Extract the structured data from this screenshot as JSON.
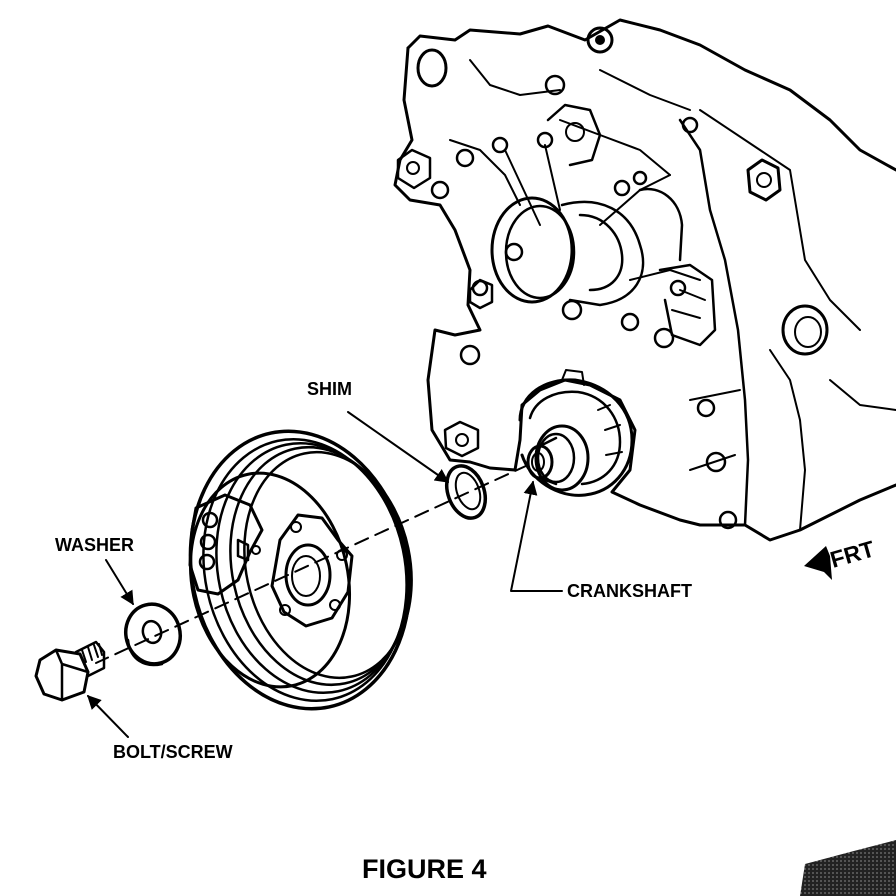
{
  "labels": {
    "shim": "SHIM",
    "washer": "WASHER",
    "crankshaft": "CRANKSHAFT",
    "bolt_screw": "BOLT/SCREW",
    "front": "FRT"
  },
  "caption": "FIGURE 4",
  "colors": {
    "ink": "#000000",
    "paper": "#ffffff",
    "shade": "#444444"
  },
  "icons": {
    "front_arrow": "arrow-left-icon"
  }
}
